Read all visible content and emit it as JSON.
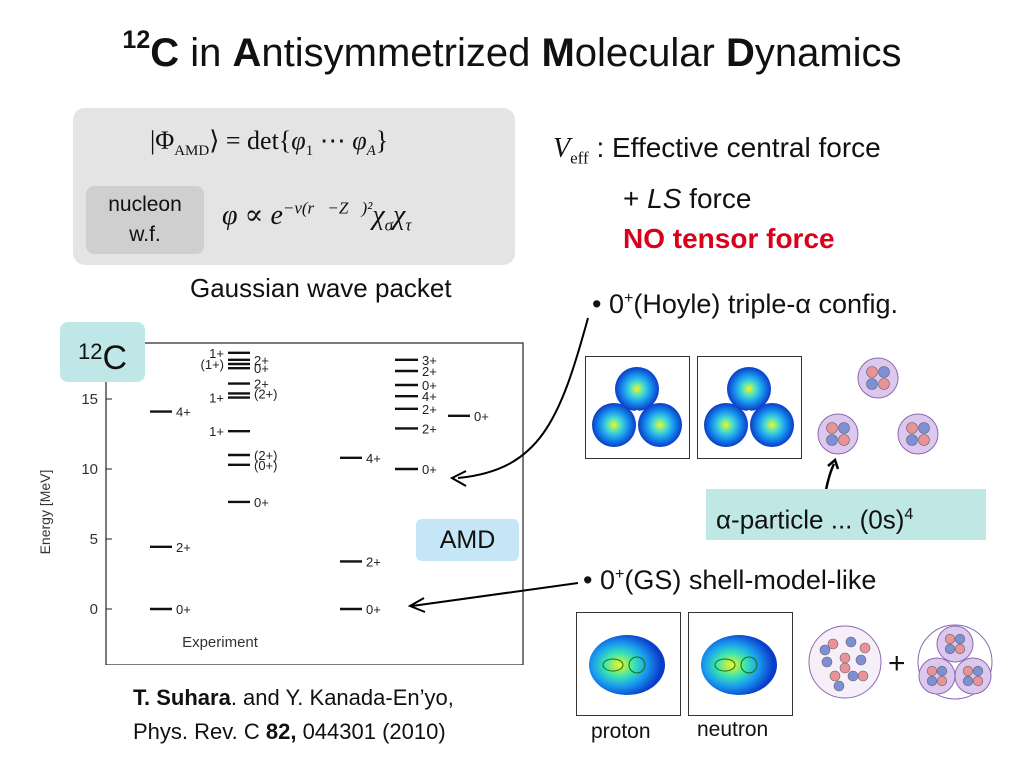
{
  "title": {
    "sup": "12",
    "c": "C",
    "in": " in ",
    "a": "A",
    "ntisym": "ntisymmetrized ",
    "m": "M",
    "olecular": "olecular ",
    "d": "D",
    "ynamics": "ynamics"
  },
  "formula": {
    "wavefunction": "|Φ_AMD⟩ = det{φ_1 ⋯ φ_A}",
    "nucleon_label_line1": "nucleon",
    "nucleon_label_line2": "w.f.",
    "gaussian_caption": "Gaussian wave packet"
  },
  "interaction": {
    "veff_symbol": "V",
    "veff_sub": "eff",
    "line1": " : Effective central force",
    "line2_plus": "+ ",
    "line2_ls": "LS",
    "line2_force": " force",
    "line3": "NO tensor force"
  },
  "bullets": {
    "hoyle_pre": "0",
    "hoyle_sup": "+",
    "hoyle_text": "(Hoyle) triple-α config.",
    "gs_pre": "0",
    "gs_sup": "+",
    "gs_text": "(GS) shell-model-like"
  },
  "badges": {
    "c12_sup": "12",
    "c12_c": "C",
    "amd": "AMD"
  },
  "alpha_label": {
    "text": "α-particle ... (0s)",
    "sup": "4"
  },
  "plus_sign": "+",
  "density_labels": {
    "proton": "proton",
    "neutron": "neutron"
  },
  "citation": {
    "author": "T. Suhara",
    "rest1": ". and Y. Kanada-En’yo,",
    "journal": "Phys. Rev. C ",
    "volume": "82,",
    "pages": " 044301 (2010)"
  },
  "colors": {
    "red": "#d9001b",
    "proton_dot": "#e8929a",
    "neutron_dot": "#7f8fd6",
    "alpha_fill": "#dcc8ee"
  },
  "chart_data": {
    "type": "level-scheme",
    "ylabel": "Energy [MeV]",
    "ylim": [
      -4,
      19
    ],
    "yticks": [
      0,
      5,
      10,
      15
    ],
    "columns": [
      "Experiment",
      "AMD"
    ],
    "xlabel_experiment": "Experiment",
    "levels": [
      {
        "col": 0,
        "sub": 0,
        "E": 0.0,
        "label": "0+"
      },
      {
        "col": 0,
        "sub": 0,
        "E": 4.44,
        "label": "2+"
      },
      {
        "col": 0,
        "sub": 0,
        "E": 14.1,
        "label": "4+"
      },
      {
        "col": 0,
        "sub": 1,
        "E": 7.65,
        "label": "0+"
      },
      {
        "col": 0,
        "sub": 1,
        "E": 10.3,
        "label": "(0+)"
      },
      {
        "col": 0,
        "sub": 1,
        "E": 11.0,
        "label": "(2+)"
      },
      {
        "col": 0,
        "sub": 1,
        "E": 12.7,
        "label": "1+"
      },
      {
        "col": 0,
        "sub": 1,
        "E": 15.1,
        "label": "1+"
      },
      {
        "col": 0,
        "sub": 1,
        "E": 15.4,
        "label": "(2+)"
      },
      {
        "col": 0,
        "sub": 1,
        "E": 16.1,
        "label": "2+"
      },
      {
        "col": 0,
        "sub": 1,
        "E": 17.2,
        "label": "0+"
      },
      {
        "col": 0,
        "sub": 1,
        "E": 17.8,
        "label": "2+"
      },
      {
        "col": 0,
        "sub": 1,
        "E": 18.3,
        "label": "1+"
      },
      {
        "col": 0,
        "sub": 1,
        "E": 17.5,
        "label": "(1+)"
      },
      {
        "col": 1,
        "sub": 0,
        "E": 0.0,
        "label": "0+"
      },
      {
        "col": 1,
        "sub": 0,
        "E": 3.4,
        "label": "2+"
      },
      {
        "col": 1,
        "sub": 0,
        "E": 10.8,
        "label": "4+"
      },
      {
        "col": 1,
        "sub": 1,
        "E": 10.0,
        "label": "0+"
      },
      {
        "col": 1,
        "sub": 1,
        "E": 12.9,
        "label": "2+"
      },
      {
        "col": 1,
        "sub": 1,
        "E": 14.3,
        "label": "2+"
      },
      {
        "col": 1,
        "sub": 1,
        "E": 15.2,
        "label": "4+"
      },
      {
        "col": 1,
        "sub": 1,
        "E": 16.0,
        "label": "0+"
      },
      {
        "col": 1,
        "sub": 1,
        "E": 17.0,
        "label": "2+"
      },
      {
        "col": 1,
        "sub": 1,
        "E": 17.8,
        "label": "3+"
      },
      {
        "col": 1,
        "sub": 2,
        "E": 13.8,
        "label": "0+"
      }
    ]
  }
}
